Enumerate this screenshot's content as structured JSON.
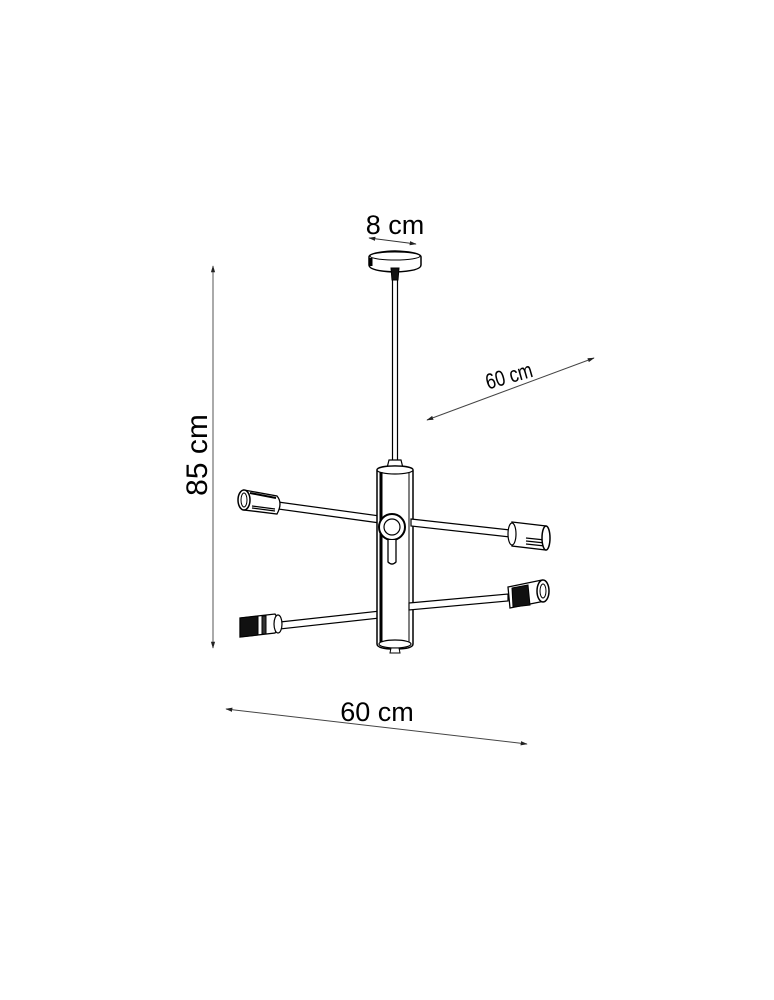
{
  "drawing": {
    "subject": "pendant lamp with 4 arms",
    "background": "#ffffff",
    "line_color": "#000000",
    "dimension_line_color": "#555555"
  },
  "dimensions": {
    "canopy_width": {
      "label": "8 cm"
    },
    "height": {
      "label": "85 cm"
    },
    "depth": {
      "label": "60 cm"
    },
    "width": {
      "label": "60 cm"
    }
  },
  "parts": {
    "canopy": "ceiling-canopy",
    "rod": "suspension-rod",
    "body": "central-cylinder",
    "arms": [
      "upper-left-arm",
      "upper-right-arm",
      "lower-left-arm",
      "lower-right-arm"
    ],
    "sockets": 4
  }
}
